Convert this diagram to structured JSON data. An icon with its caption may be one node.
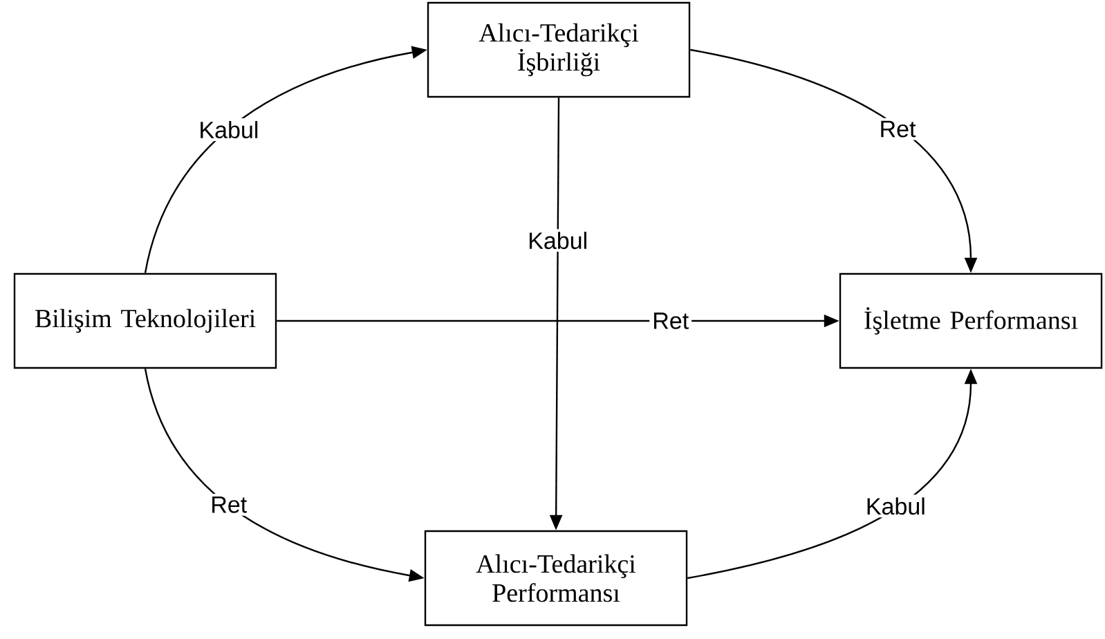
{
  "diagram": {
    "nodes": [
      {
        "text": [
          "Bilişim Teknolojileri"
        ]
      },
      {
        "text": [
          "Alıcı-Tedarikçi İşbirliği"
        ]
      },
      {
        "text": [
          "İşletme Performansı"
        ]
      },
      {
        "text": [
          "Alıcı-Tedarikçi Performansı"
        ]
      }
    ],
    "edges": [
      {
        "from": 0,
        "to": 1,
        "arrow": "to",
        "label": "Kabul"
      },
      {
        "from": 1,
        "to": 2,
        "arrow": "to",
        "label": "Ret"
      },
      {
        "from": 1,
        "to": 3,
        "arrow": "to",
        "label": "Kabul"
      },
      {
        "from": 0,
        "to": 2,
        "arrow": "to",
        "label": "Ret"
      },
      {
        "from": 0,
        "to": 3,
        "arrow": "to",
        "label": "Ret"
      },
      {
        "from": 3,
        "to": 2,
        "arrow": "to",
        "label": "Kabul"
      }
    ]
  }
}
